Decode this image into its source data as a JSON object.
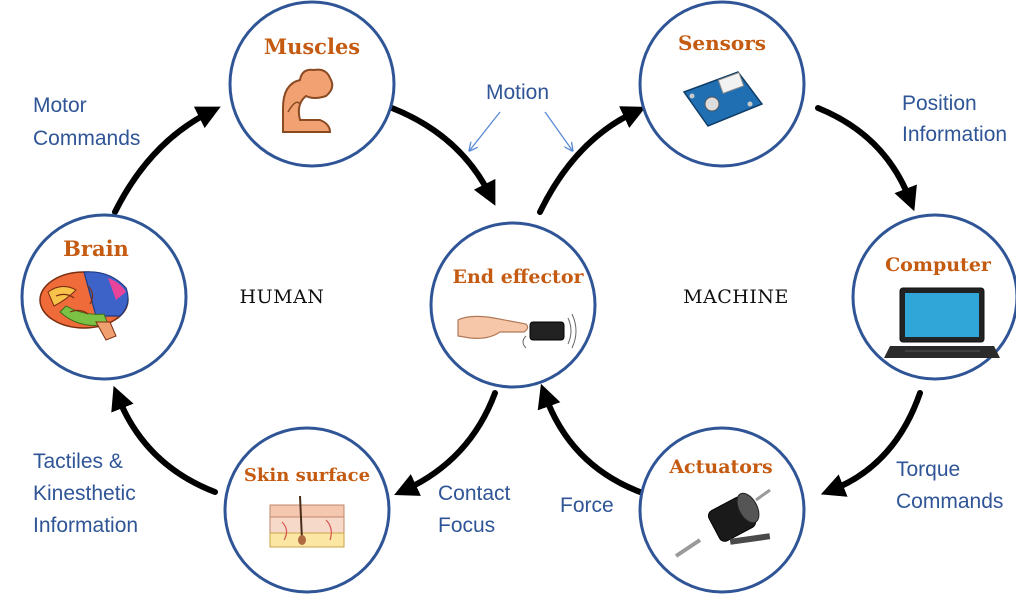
{
  "nodes": {
    "muscles": "Muscles",
    "sensors": "Sensors",
    "brain": "Brain",
    "end_effector": "End effector",
    "computer": "Computer",
    "skin_surface": "Skin surface",
    "actuators": "Actuators"
  },
  "side_labels": {
    "human": "HUMAN",
    "machine": "MACHINE"
  },
  "edge_labels": {
    "motor_commands": [
      "Motor",
      "Commands"
    ],
    "motion": "Motion",
    "position_information": [
      "Position",
      "Information"
    ],
    "tactiles": [
      "Tactiles &",
      "Kinesthetic",
      "Information"
    ],
    "contact_focus": [
      "Contact",
      "Focus"
    ],
    "force": "Force",
    "torque_commands": [
      "Torque",
      "Commands"
    ]
  },
  "icons": {
    "muscles": "flexed-arm-icon",
    "sensors": "sensor-board-icon",
    "brain": "brain-icon",
    "end_effector": "hand-touch-phone-icon",
    "computer": "laptop-icon",
    "skin_surface": "skin-layers-icon",
    "actuators": "solenoid-actuator-icon"
  },
  "colors": {
    "node_border": "#2f5597",
    "node_title": "#c55a11",
    "edge_label": "#2f5597",
    "cycle_arrow": "#000000",
    "motion_arrow": "#5b8ad6"
  }
}
